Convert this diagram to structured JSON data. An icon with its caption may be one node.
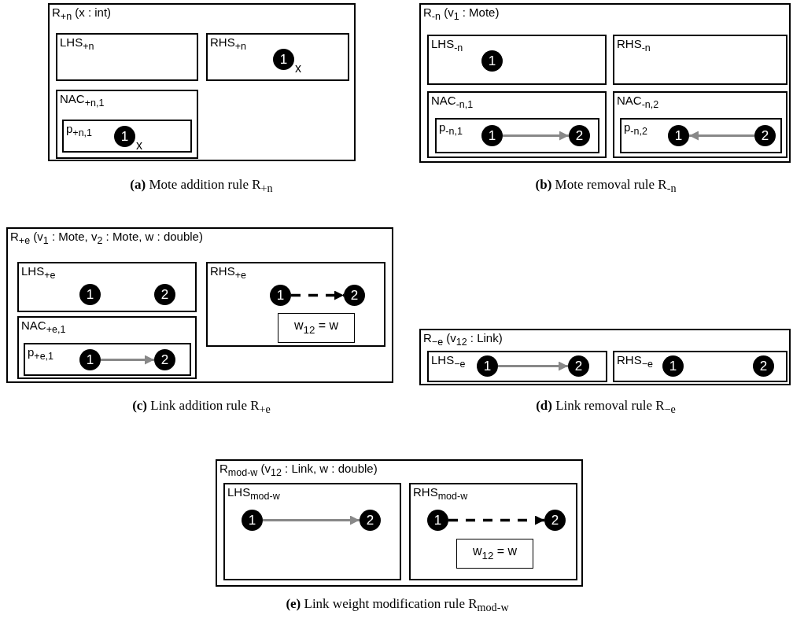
{
  "diagram": {
    "nodes": [
      {
        "text": [
          "R$_{+n}$ (x : int)"
        ]
      },
      {
        "text": [
          "LHS$_{+n}$"
        ],
        "in": 0
      },
      {
        "text": [
          "RHS$_{+n}$"
        ],
        "in": 0
      },
      {
        "text": [
          "1"
        ],
        "in": 2,
        "beside": [
          "x"
        ]
      },
      {
        "text": [
          "NAC$_{+n,1}$"
        ],
        "in": 0
      },
      {
        "text": [
          "p$_{+n,1}$"
        ],
        "in": 4
      },
      {
        "text": [
          "1"
        ],
        "in": 5,
        "beside": [
          "x"
        ]
      },
      {
        "text": [
          "R$_{-n}$ (v$_{1}$ : Mote)"
        ]
      },
      {
        "text": [
          "LHS$_{-n}$"
        ],
        "in": 7
      },
      {
        "text": [
          "1"
        ],
        "in": 8
      },
      {
        "text": [
          "RHS$_{-n}$"
        ],
        "in": 7
      },
      {
        "text": [
          "NAC$_{-n,1}$"
        ],
        "in": 7
      },
      {
        "text": [
          "p$_{-n,1}$"
        ],
        "in": 11
      },
      {
        "text": [
          "1"
        ],
        "in": 12
      },
      {
        "text": [
          "2"
        ],
        "in": 12
      },
      {
        "text": [
          "NAC$_{-n,2}$"
        ],
        "in": 7
      },
      {
        "text": [
          "p$_{-n,2}$"
        ],
        "in": 15
      },
      {
        "text": [
          "1"
        ],
        "in": 16
      },
      {
        "text": [
          "2"
        ],
        "in": 16
      },
      {
        "text": [
          "R$_{+e}$ (v$_{1}$ : Mote, v$_{2}$ : Mote, w : double)"
        ]
      },
      {
        "text": [
          "LHS$_{+e}$"
        ],
        "in": 19
      },
      {
        "text": [
          "1"
        ],
        "in": 20
      },
      {
        "text": [
          "2"
        ],
        "in": 20
      },
      {
        "text": [
          "RHS$_{+e}$"
        ],
        "in": 19
      },
      {
        "text": [
          "1"
        ],
        "in": 23
      },
      {
        "text": [
          "2"
        ],
        "in": 23
      },
      {
        "text": [
          "w$_{12}$ = w"
        ],
        "in": 23
      },
      {
        "text": [
          "NAC$_{+e,1}$"
        ],
        "in": 19
      },
      {
        "text": [
          "p$_{+e,1}$"
        ],
        "in": 27
      },
      {
        "text": [
          "1"
        ],
        "in": 28
      },
      {
        "text": [
          "2"
        ],
        "in": 28
      },
      {
        "text": [
          "R$_{−e}$ (v$_{12}$ : Link)"
        ]
      },
      {
        "text": [
          "LHS$_{−e}$"
        ],
        "in": 31
      },
      {
        "text": [
          "1"
        ],
        "in": 32
      },
      {
        "text": [
          "2"
        ],
        "in": 32
      },
      {
        "text": [
          "RHS$_{−e}$"
        ],
        "in": 31
      },
      {
        "text": [
          "1"
        ],
        "in": 35
      },
      {
        "text": [
          "2"
        ],
        "in": 35
      },
      {
        "text": [
          "R$_{mod-w}$ (v$_{12}$ : Link, w : double)"
        ]
      },
      {
        "text": [
          "LHS$_{mod-w}$"
        ],
        "in": 38
      },
      {
        "text": [
          "1"
        ],
        "in": 39
      },
      {
        "text": [
          "2"
        ],
        "in": 39
      },
      {
        "text": [
          "RHS$_{mod-w}$"
        ],
        "in": 38
      },
      {
        "text": [
          "1"
        ],
        "in": 42
      },
      {
        "text": [
          "2"
        ],
        "in": 42
      },
      {
        "text": [
          "w$_{12}$ = w"
        ],
        "in": 42
      }
    ],
    "edges": [
      {
        "from": 13,
        "to": 14,
        "arrow": "to"
      },
      {
        "from": 18,
        "to": 17,
        "arrow": "to"
      },
      {
        "from": 24,
        "to": 25,
        "arrow": "to",
        "style": "dashed",
        "color": "#000000"
      },
      {
        "from": 29,
        "to": 30,
        "arrow": "to"
      },
      {
        "from": 33,
        "to": 34,
        "arrow": "to"
      },
      {
        "from": 40,
        "to": 41,
        "arrow": "to"
      },
      {
        "from": 43,
        "to": 44,
        "arrow": "to",
        "style": "dashed",
        "color": "#000000"
      }
    ],
    "labels": [
      "**(a)** Mote addition rule R$_{+n}$",
      "**(b)** Mote removal rule R$_{-n}$",
      "**(c)** Link addition rule R$_{+e}$",
      "**(d)** Link removal rule R$_{−e}$",
      "**(e)** Link weight modification rule R$_{mod-w}$"
    ]
  }
}
